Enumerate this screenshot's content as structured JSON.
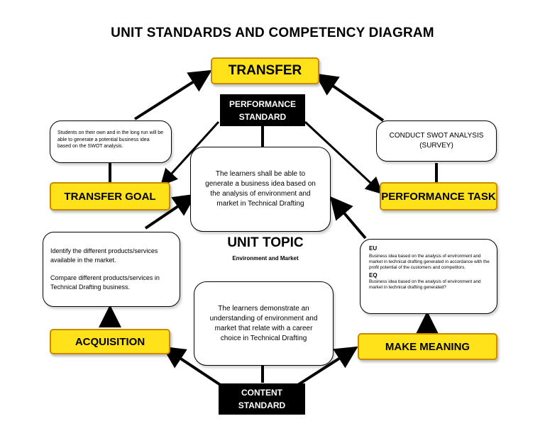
{
  "title": "UNIT STANDARDS AND COMPETENCY DIAGRAM",
  "transfer": "TRANSFER",
  "performance_standard": {
    "line1": "PERFORMANCE",
    "line2": "STANDARD",
    "text": "The learners shall be able to generate a business idea based on the analysis of environment and market in Technical Drafting"
  },
  "transfer_goal": {
    "label": "TRANSFER GOAL",
    "note": "Students on their own and in the long run will be able to generate a potential business idea based on the SWOT analysis."
  },
  "performance_task": {
    "label": "PERFORMANCE TASK",
    "note": "CONDUCT SWOT ANALYSIS (SURVEY)"
  },
  "unit_topic": {
    "label": "UNIT TOPIC",
    "subtitle": "Environment and Market"
  },
  "acquisition": {
    "label": "ACQUISITION",
    "item1": "Identify the different products/services available in the market.",
    "item2": "Compare different products/services in Technical Drafting business."
  },
  "make_meaning": {
    "label": "MAKE MEANING",
    "eu_label": "EU",
    "eu_text": "Business idea based on the analysis of environment and market in technical drafting generated in accordance with the profit potential of the customers and competitors.",
    "eq_label": "EQ",
    "eq_text": "Business idea based on the analysis of environment and market in technical drafting generated?"
  },
  "content_standard": {
    "line1": "CONTENT",
    "line2": "STANDARD",
    "text": "The learners demonstrate an understanding of environment and market that relate with a career choice in Technical Drafting"
  }
}
